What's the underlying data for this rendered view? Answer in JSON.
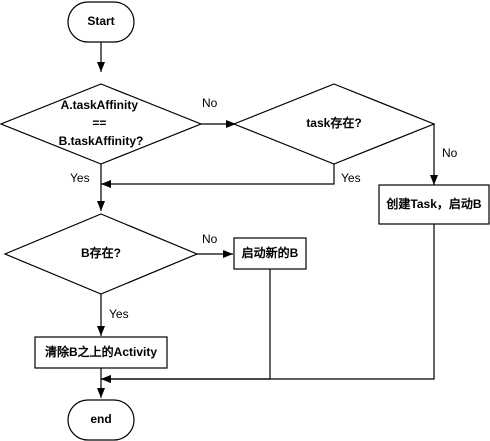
{
  "nodes": {
    "start": {
      "text": "Start"
    },
    "decision_affinity": {
      "lines": [
        "A.taskAffinity",
        "==",
        "B.taskAffinity?"
      ]
    },
    "decision_task_exists": {
      "text": "task存在?"
    },
    "create_task": {
      "text": "创建Task，启动B"
    },
    "decision_b_exists": {
      "text": "B存在?"
    },
    "start_new_b": {
      "text": "启动新的B"
    },
    "clear_above_b": {
      "text": "清除B之上的Activity"
    },
    "end": {
      "text": "end"
    }
  },
  "edges": {
    "affinity_no": "No",
    "affinity_yes": "Yes",
    "task_exists_no": "No",
    "task_exists_yes": "Yes",
    "b_exists_no": "No",
    "b_exists_yes": "Yes"
  },
  "colors": {
    "stroke": "#000000",
    "fill": "#ffffff",
    "text": "#000000"
  }
}
